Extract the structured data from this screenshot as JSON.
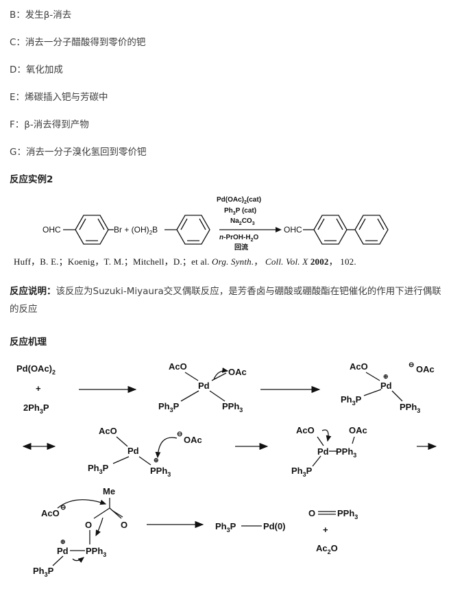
{
  "steps": [
    {
      "id": "B",
      "text": "B：发生β-消去"
    },
    {
      "id": "C",
      "text": "C：消去一分子醋酸得到零价的钯"
    },
    {
      "id": "D",
      "text": "D：氧化加成"
    },
    {
      "id": "E",
      "text": "E：烯碳插入钯与芳碳中"
    },
    {
      "id": "F",
      "text": "F：β-消去得到产物"
    },
    {
      "id": "G",
      "text": "G：消去一分子溴化氢回到零价钯"
    }
  ],
  "example_heading": "反应实例2",
  "scheme": {
    "reagent1": "OHC",
    "br": "Br",
    "plus_boron": "+ (OH)",
    "b": "B",
    "conditions": [
      "Pd(OAc)",
      "(cat)",
      "Ph",
      "P (cat)",
      "Na",
      "CO",
      "n",
      "-PrOH-H",
      "O",
      "回流"
    ],
    "product": "OHC"
  },
  "reference": {
    "authors": "Huff，B. E.；Koenig，T. M.；Mitchell，D.；et al.",
    "journal": "Org. Synth.",
    "coll": "Coll. Vol.",
    "vol": "X",
    "year": "2002",
    "page": "102."
  },
  "explanation": {
    "label": "反应说明：",
    "text": "该反应为Suzuki-Miyaura交叉偶联反应，是芳香卤与硼酸或硼酸酯在钯催化的作用下进行偶联的反应"
  },
  "mechanism_heading": "反应机理",
  "mechanism_labels": {
    "pdoac2": "Pd(OAc)",
    "plus": "+",
    "tpp": "2Ph",
    "tpp_p": "P",
    "aco": "AcO",
    "oac": "OAc",
    "pd": "Pd",
    "ph3p": "Ph",
    "p": "P",
    "pph3": "PPh",
    "me": "Me",
    "o": "O",
    "pd0": "Pd(0)",
    "opph3": "O",
    "ac2o": "Ac",
    "ac2o_o": "O"
  }
}
